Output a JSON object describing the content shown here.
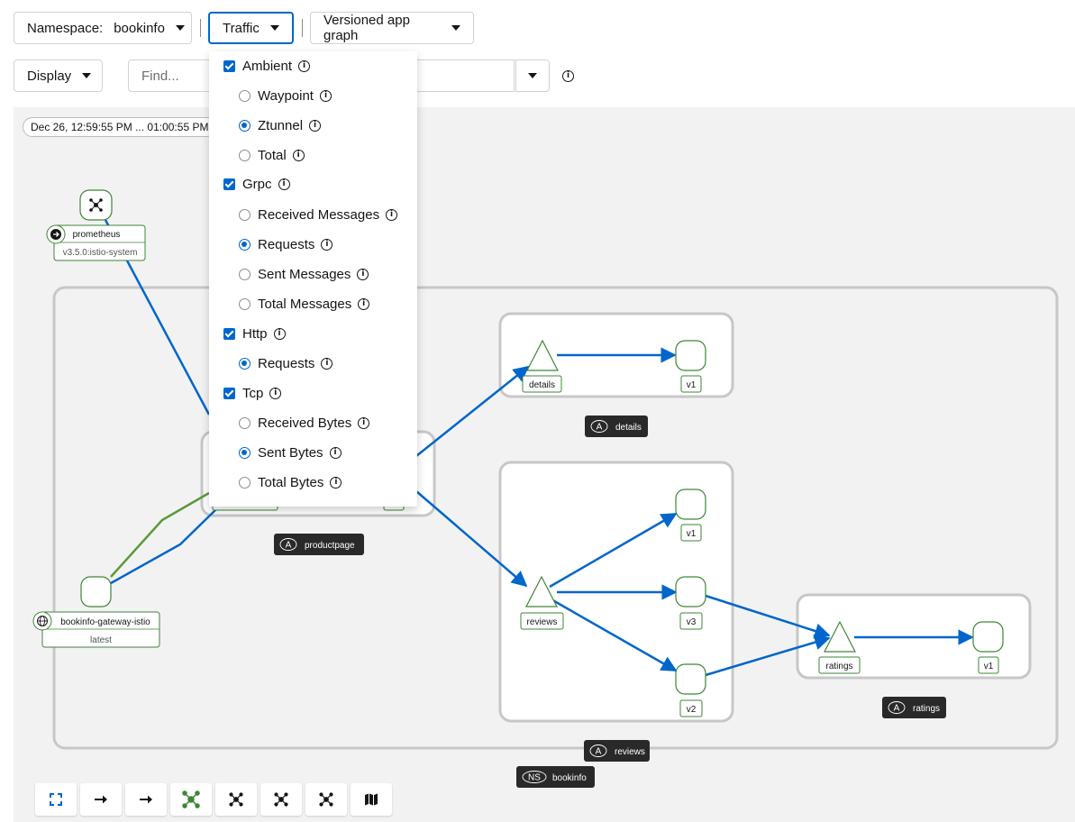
{
  "toolbar": {
    "namespace_label": "Namespace:",
    "namespace_value": "bookinfo",
    "traffic_label": "Traffic",
    "graph_type_label": "Versioned app graph",
    "display_label": "Display",
    "find_placeholder": "Find..."
  },
  "graph": {
    "timestamp": "Dec 26, 12:59:55 PM ... 01:00:55 PM",
    "nodes": {
      "prometheus": {
        "name": "prometheus",
        "version": "v3.5.0:istio-system"
      },
      "gateway": {
        "name": "bookinfo-gateway-istio",
        "version": "latest"
      },
      "details_app": "details",
      "details_v1": "v1",
      "reviews_app": "reviews",
      "reviews_v1": "v1",
      "reviews_v2": "v2",
      "reviews_v3": "v3",
      "ratings_app": "ratings",
      "ratings_v1": "v1"
    },
    "boxes": {
      "details": {
        "badge": "A",
        "label": "details"
      },
      "productpage": {
        "badge": "A",
        "label": "productpage"
      },
      "reviews": {
        "badge": "A",
        "label": "reviews"
      },
      "ratings": {
        "badge": "A",
        "label": "ratings"
      },
      "namespace": {
        "badge": "NS",
        "label": "bookinfo"
      }
    },
    "colors": {
      "edge": "#0066cc",
      "edge_green": "#5a9a3a",
      "node_border": "#3e8635",
      "box_border": "#c7c7c7",
      "badge_bg": "#292929"
    }
  },
  "traffic_menu": {
    "ambient": {
      "label": "Ambient",
      "checked": true
    },
    "ambient_waypoint": {
      "label": "Waypoint",
      "selected": false
    },
    "ambient_ztunnel": {
      "label": "Ztunnel",
      "selected": true
    },
    "ambient_total": {
      "label": "Total",
      "selected": false
    },
    "grpc": {
      "label": "Grpc",
      "checked": true
    },
    "grpc_received": {
      "label": "Received Messages",
      "selected": false
    },
    "grpc_requests": {
      "label": "Requests",
      "selected": true
    },
    "grpc_sent": {
      "label": "Sent Messages",
      "selected": false
    },
    "grpc_total": {
      "label": "Total Messages",
      "selected": false
    },
    "http": {
      "label": "Http",
      "checked": true
    },
    "http_requests": {
      "label": "Requests",
      "selected": true
    },
    "tcp": {
      "label": "Tcp",
      "checked": true
    },
    "tcp_received": {
      "label": "Received Bytes",
      "selected": false
    },
    "tcp_sent": {
      "label": "Sent Bytes",
      "selected": true
    },
    "tcp_total": {
      "label": "Total Bytes",
      "selected": false
    }
  },
  "bottom_toolbar": {
    "icons": [
      "fit-screen-icon",
      "layout-arrow-icon",
      "layout-arrow-icon",
      "layout-topology-icon",
      "layout-topology-icon",
      "layout-topology-icon",
      "layout-topology-icon",
      "map-icon"
    ]
  }
}
